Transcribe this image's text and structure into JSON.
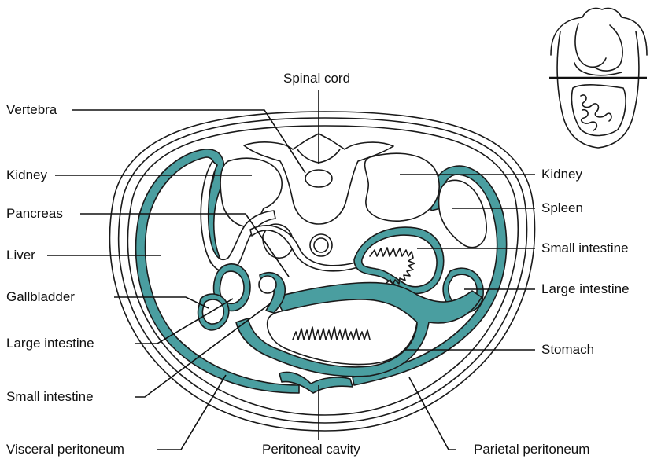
{
  "labels": {
    "spinal_cord": "Spinal cord",
    "vertebra": "Vertebra",
    "kidney_left": "Kidney",
    "kidney_right": "Kidney",
    "pancreas": "Pancreas",
    "spleen": "Spleen",
    "liver": "Liver",
    "small_intestine_right": "Small intestine",
    "gallbladder": "Gallbladder",
    "large_intestine_right": "Large intestine",
    "large_intestine_left": "Large intestine",
    "stomach": "Stomach",
    "small_intestine_left": "Small intestine",
    "visceral_peritoneum": "Visceral peritoneum",
    "peritoneal_cavity": "Peritoneal cavity",
    "parietal_peritoneum": "Parietal peritoneum"
  },
  "colors": {
    "peritoneum": "#4a9ea0",
    "outline": "#1a1a1a",
    "background": "#ffffff"
  }
}
